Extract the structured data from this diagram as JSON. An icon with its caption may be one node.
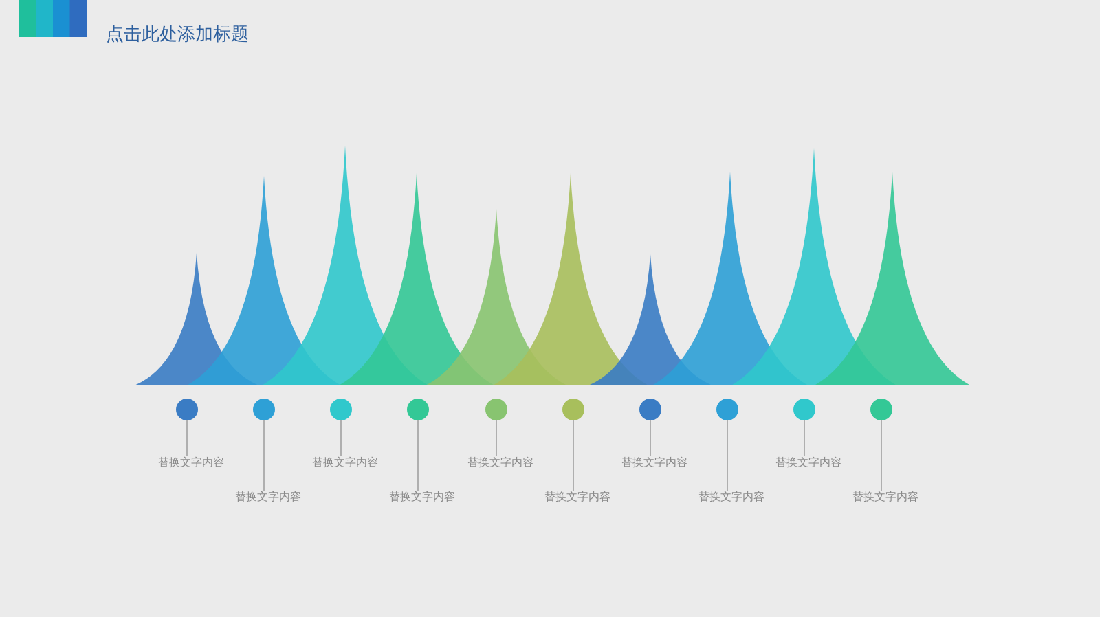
{
  "diagram": {
    "title": "点击此处添加标题",
    "nodes": [
      {
        "text": [],
        "shape": "circle"
      },
      {
        "text": [],
        "shape": "circle"
      },
      {
        "text": [],
        "shape": "circle"
      },
      {
        "text": [],
        "shape": "circle"
      },
      {
        "text": [],
        "shape": "circle"
      },
      {
        "text": [],
        "shape": "circle"
      },
      {
        "text": [],
        "shape": "circle"
      },
      {
        "text": [],
        "shape": "circle"
      },
      {
        "text": [],
        "shape": "circle"
      },
      {
        "text": [],
        "shape": "circle"
      },
      {
        "text": [
          "替换文字内容"
        ]
      },
      {
        "text": [
          "替换文字内容"
        ]
      },
      {
        "text": [
          "替换文字内容"
        ]
      },
      {
        "text": [
          "替换文字内容"
        ]
      },
      {
        "text": [
          "替换文字内容"
        ]
      },
      {
        "text": [
          "替换文字内容"
        ]
      },
      {
        "text": [
          "替换文字内容"
        ]
      },
      {
        "text": [
          "替换文字内容"
        ]
      },
      {
        "text": [
          "替换文字内容"
        ]
      },
      {
        "text": [
          "替换文字内容"
        ]
      }
    ],
    "edges": [
      {
        "from": 0,
        "to": 10,
        "arrow": "none"
      },
      {
        "from": 1,
        "to": 11,
        "arrow": "none"
      },
      {
        "from": 2,
        "to": 12,
        "arrow": "none"
      },
      {
        "from": 3,
        "to": 13,
        "arrow": "none"
      },
      {
        "from": 4,
        "to": 14,
        "arrow": "none"
      },
      {
        "from": 5,
        "to": 15,
        "arrow": "none"
      },
      {
        "from": 6,
        "to": 16,
        "arrow": "none"
      },
      {
        "from": 7,
        "to": 17,
        "arrow": "none"
      },
      {
        "from": 8,
        "to": 18,
        "arrow": "none"
      },
      {
        "from": 9,
        "to": 19,
        "arrow": "none"
      }
    ]
  }
}
